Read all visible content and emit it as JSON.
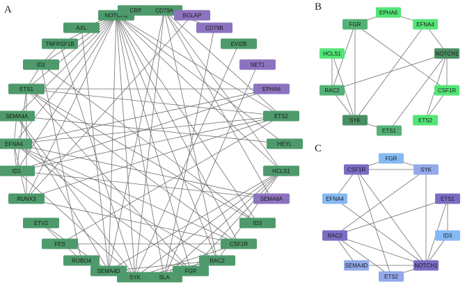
{
  "colors": {
    "green": "#4e9a6c",
    "purple": "#8d73bf",
    "dark_green": "#4a8f63",
    "mid_green": "#55b277",
    "bright_green": "#53e576",
    "violet": "#7a6dc4",
    "light_blue": "#86b9f3",
    "mid_blue": "#93a9ea",
    "edge": "#6e6e6e"
  },
  "panels": [
    {
      "label": "A",
      "nodes": [
        {
          "id": "NOTCH1",
          "label": "NOTCH1",
          "color": "green"
        },
        {
          "id": "CRP",
          "label": "CRP",
          "color": "green"
        },
        {
          "id": "CD79A",
          "label": "CD79A",
          "color": "green"
        },
        {
          "id": "BGLAP",
          "label": "BGLAP",
          "color": "purple"
        },
        {
          "id": "CD79B",
          "label": "CD79B",
          "color": "purple"
        },
        {
          "id": "EVI2B",
          "label": "EVI2B",
          "color": "green"
        },
        {
          "id": "NET1",
          "label": "NET1",
          "color": "purple"
        },
        {
          "id": "EPHA6",
          "label": "EPHA6",
          "color": "purple"
        },
        {
          "id": "ETS2",
          "label": "ETS2",
          "color": "green"
        },
        {
          "id": "HEYL",
          "label": "HEYL",
          "color": "green"
        },
        {
          "id": "HCLS1",
          "label": "HCLS1",
          "color": "green"
        },
        {
          "id": "SEMA6A",
          "label": "SEMA6A",
          "color": "purple"
        },
        {
          "id": "ID3",
          "label": "ID3",
          "color": "green"
        },
        {
          "id": "CSF1R",
          "label": "CSF1R",
          "color": "green"
        },
        {
          "id": "RAC2",
          "label": "RAC2",
          "color": "green"
        },
        {
          "id": "FGR",
          "label": "FGR",
          "color": "green"
        },
        {
          "id": "SLA",
          "label": "SLA",
          "color": "green"
        },
        {
          "id": "SYK",
          "label": "SYK",
          "color": "green"
        },
        {
          "id": "SEMA4D",
          "label": "SEMA4D",
          "color": "green"
        },
        {
          "id": "ROBO4",
          "label": "ROBO4",
          "color": "green"
        },
        {
          "id": "FES",
          "label": "FES",
          "color": "green"
        },
        {
          "id": "ETV2",
          "label": "ETV2",
          "color": "green"
        },
        {
          "id": "RUNX3",
          "label": "RUNX3",
          "color": "green"
        },
        {
          "id": "ID1",
          "label": "ID1",
          "color": "green"
        },
        {
          "id": "EFNA4",
          "label": "EFNA4",
          "color": "green"
        },
        {
          "id": "SEMA4A",
          "label": "SEMA4A",
          "color": "green"
        },
        {
          "id": "ETS1",
          "label": "ETS1",
          "color": "green"
        },
        {
          "id": "ID2",
          "label": "ID2",
          "color": "green"
        },
        {
          "id": "TNFRSF1B",
          "label": "TNFRSF1B",
          "color": "green"
        },
        {
          "id": "AXL",
          "label": "AXL",
          "color": "green"
        }
      ],
      "edges": [
        [
          "NOTCH1",
          "AXL"
        ],
        [
          "NOTCH1",
          "TNFRSF1B"
        ],
        [
          "NOTCH1",
          "ID2"
        ],
        [
          "NOTCH1",
          "ETS1"
        ],
        [
          "NOTCH1",
          "SEMA4A"
        ],
        [
          "NOTCH1",
          "EFNA4"
        ],
        [
          "NOTCH1",
          "ID1"
        ],
        [
          "NOTCH1",
          "RUNX3"
        ],
        [
          "NOTCH1",
          "HEYL"
        ],
        [
          "NOTCH1",
          "ETS2"
        ],
        [
          "NOTCH1",
          "SYK"
        ],
        [
          "NOTCH1",
          "SLA"
        ],
        [
          "NOTCH1",
          "SEMA4D"
        ],
        [
          "NOTCH1",
          "RAC2"
        ],
        [
          "NOTCH1",
          "FGR"
        ],
        [
          "NOTCH1",
          "CSF1R"
        ],
        [
          "NOTCH1",
          "ID3"
        ],
        [
          "NOTCH1",
          "HCLS1"
        ],
        [
          "NOTCH1",
          "CD79A"
        ],
        [
          "CD79A",
          "BGLAP"
        ],
        [
          "CD79A",
          "CD79B"
        ],
        [
          "CD79A",
          "SYK"
        ],
        [
          "CD79A",
          "HCLS1"
        ],
        [
          "CD79A",
          "SEMA6A"
        ],
        [
          "CD79A",
          "RAC2"
        ],
        [
          "CD79A",
          "ETS2"
        ],
        [
          "CD79A",
          "SEMA4D"
        ],
        [
          "BGLAP",
          "RUNX3"
        ],
        [
          "CD79B",
          "SLA"
        ],
        [
          "EVI2B",
          "SYK"
        ],
        [
          "NET1",
          "SLA"
        ],
        [
          "EPHA6",
          "EFNA4"
        ],
        [
          "EPHA6",
          "ID1"
        ],
        [
          "EPHA6",
          "ETS1"
        ],
        [
          "ETS2",
          "ETS1"
        ],
        [
          "ETS2",
          "ID1"
        ],
        [
          "ETS2",
          "EFNA4"
        ],
        [
          "ETS2",
          "RUNX3"
        ],
        [
          "ETS2",
          "FES"
        ],
        [
          "HEYL",
          "SEMA4A"
        ],
        [
          "HCLS1",
          "SYK"
        ],
        [
          "HCLS1",
          "SLA"
        ],
        [
          "HCLS1",
          "FGR"
        ],
        [
          "HCLS1",
          "RAC2"
        ],
        [
          "HCLS1",
          "SEMA4D"
        ],
        [
          "SEMA6A",
          "EFNA4"
        ],
        [
          "SEMA6A",
          "ID1"
        ],
        [
          "ID3",
          "ETS1"
        ],
        [
          "ID3",
          "ID2"
        ],
        [
          "CSF1R",
          "FES"
        ],
        [
          "CSF1R",
          "SYK"
        ],
        [
          "CSF1R",
          "EFNA4"
        ],
        [
          "CSF1R",
          "ETS1"
        ],
        [
          "CSF1R",
          "RUNX3"
        ],
        [
          "RAC2",
          "EFNA4"
        ],
        [
          "RAC2",
          "SEMA4D"
        ],
        [
          "RAC2",
          "SYK"
        ],
        [
          "FGR",
          "SYK"
        ],
        [
          "FGR",
          "SLA"
        ],
        [
          "FGR",
          "ETS1"
        ],
        [
          "FGR",
          "EFNA4"
        ],
        [
          "SLA",
          "SYK"
        ],
        [
          "SYK",
          "ID1"
        ],
        [
          "SYK",
          "SEMA4A"
        ],
        [
          "SYK",
          "TNFRSF1B"
        ],
        [
          "SEMA4D",
          "ETV2"
        ],
        [
          "SEMA4D",
          "SEMA4A"
        ],
        [
          "SEMA4D",
          "AXL"
        ],
        [
          "ROBO4",
          "ID2"
        ],
        [
          "ROBO4",
          "ETV2"
        ],
        [
          "RUNX3",
          "EFNA4"
        ],
        [
          "RUNX3",
          "ETS1"
        ],
        [
          "ID1",
          "ETS1"
        ],
        [
          "ID1",
          "EFNA4"
        ],
        [
          "EFNA4",
          "SEMA4A"
        ],
        [
          "ETS1",
          "ID2"
        ],
        [
          "ID2",
          "TNFRSF1B"
        ]
      ]
    },
    {
      "label": "B",
      "nodes": [
        {
          "id": "EPHA6",
          "label": "EPHA6",
          "color": "bright_green"
        },
        {
          "id": "EFNA4",
          "label": "EFNA4",
          "color": "bright_green"
        },
        {
          "id": "NOTCH1",
          "label": "NOTCH1",
          "color": "dark_green"
        },
        {
          "id": "CSF1R",
          "label": "CSF1R",
          "color": "bright_green"
        },
        {
          "id": "ETS2",
          "label": "ETS2",
          "color": "bright_green"
        },
        {
          "id": "ETS1",
          "label": "ETS1",
          "color": "mid_green"
        },
        {
          "id": "SYK",
          "label": "SYK",
          "color": "dark_green"
        },
        {
          "id": "RAC2",
          "label": "RAC2",
          "color": "mid_green"
        },
        {
          "id": "HCLS1",
          "label": "HCLS1",
          "color": "bright_green"
        },
        {
          "id": "FGR",
          "label": "FGR",
          "color": "mid_green"
        }
      ],
      "edges": [
        [
          "FGR",
          "EPHA6"
        ],
        [
          "FGR",
          "SYK"
        ],
        [
          "FGR",
          "CSF1R"
        ],
        [
          "FGR",
          "RAC2"
        ],
        [
          "EPHA6",
          "EFNA4"
        ],
        [
          "EFNA4",
          "NOTCH1"
        ],
        [
          "NOTCH1",
          "CSF1R"
        ],
        [
          "NOTCH1",
          "RAC2"
        ],
        [
          "NOTCH1",
          "ETS1"
        ],
        [
          "NOTCH1",
          "ETS2"
        ],
        [
          "CSF1R",
          "ETS2"
        ],
        [
          "HCLS1",
          "RAC2"
        ],
        [
          "HCLS1",
          "SYK"
        ],
        [
          "RAC2",
          "SYK"
        ],
        [
          "SYK",
          "ETS1"
        ],
        [
          "SYK",
          "EFNA4"
        ]
      ]
    },
    {
      "label": "C",
      "nodes": [
        {
          "id": "FGR",
          "label": "FGR",
          "color": "light_blue"
        },
        {
          "id": "SYK",
          "label": "SYK",
          "color": "mid_blue"
        },
        {
          "id": "ETS1",
          "label": "ETS1",
          "color": "violet"
        },
        {
          "id": "ID3",
          "label": "ID3",
          "color": "light_blue"
        },
        {
          "id": "NOTCH1",
          "label": "NOTCH1",
          "color": "violet"
        },
        {
          "id": "ETS2",
          "label": "ETS2",
          "color": "mid_blue"
        },
        {
          "id": "SEMA4D",
          "label": "SEMA4D",
          "color": "mid_blue"
        },
        {
          "id": "RAC2",
          "label": "RAC2",
          "color": "violet"
        },
        {
          "id": "EFNA4",
          "label": "EFNA4",
          "color": "light_blue"
        },
        {
          "id": "CSF1R",
          "label": "CSF1R",
          "color": "violet"
        }
      ],
      "edges": [
        [
          "CSF1R",
          "FGR"
        ],
        [
          "CSF1R",
          "EFNA4"
        ],
        [
          "CSF1R",
          "NOTCH1"
        ],
        [
          "CSF1R",
          "ETS2"
        ],
        [
          "CSF1R",
          "SYK"
        ],
        [
          "FGR",
          "SYK"
        ],
        [
          "SYK",
          "RAC2"
        ],
        [
          "SYK",
          "NOTCH1"
        ],
        [
          "ETS1",
          "RAC2"
        ],
        [
          "ETS1",
          "NOTCH1"
        ],
        [
          "ETS1",
          "ID3"
        ],
        [
          "RAC2",
          "SEMA4D"
        ],
        [
          "RAC2",
          "ETS2"
        ],
        [
          "RAC2",
          "NOTCH1"
        ],
        [
          "EFNA4",
          "NOTCH1"
        ],
        [
          "SEMA4D",
          "NOTCH1"
        ],
        [
          "ETS2",
          "NOTCH1"
        ],
        [
          "ID3",
          "NOTCH1"
        ]
      ]
    }
  ]
}
